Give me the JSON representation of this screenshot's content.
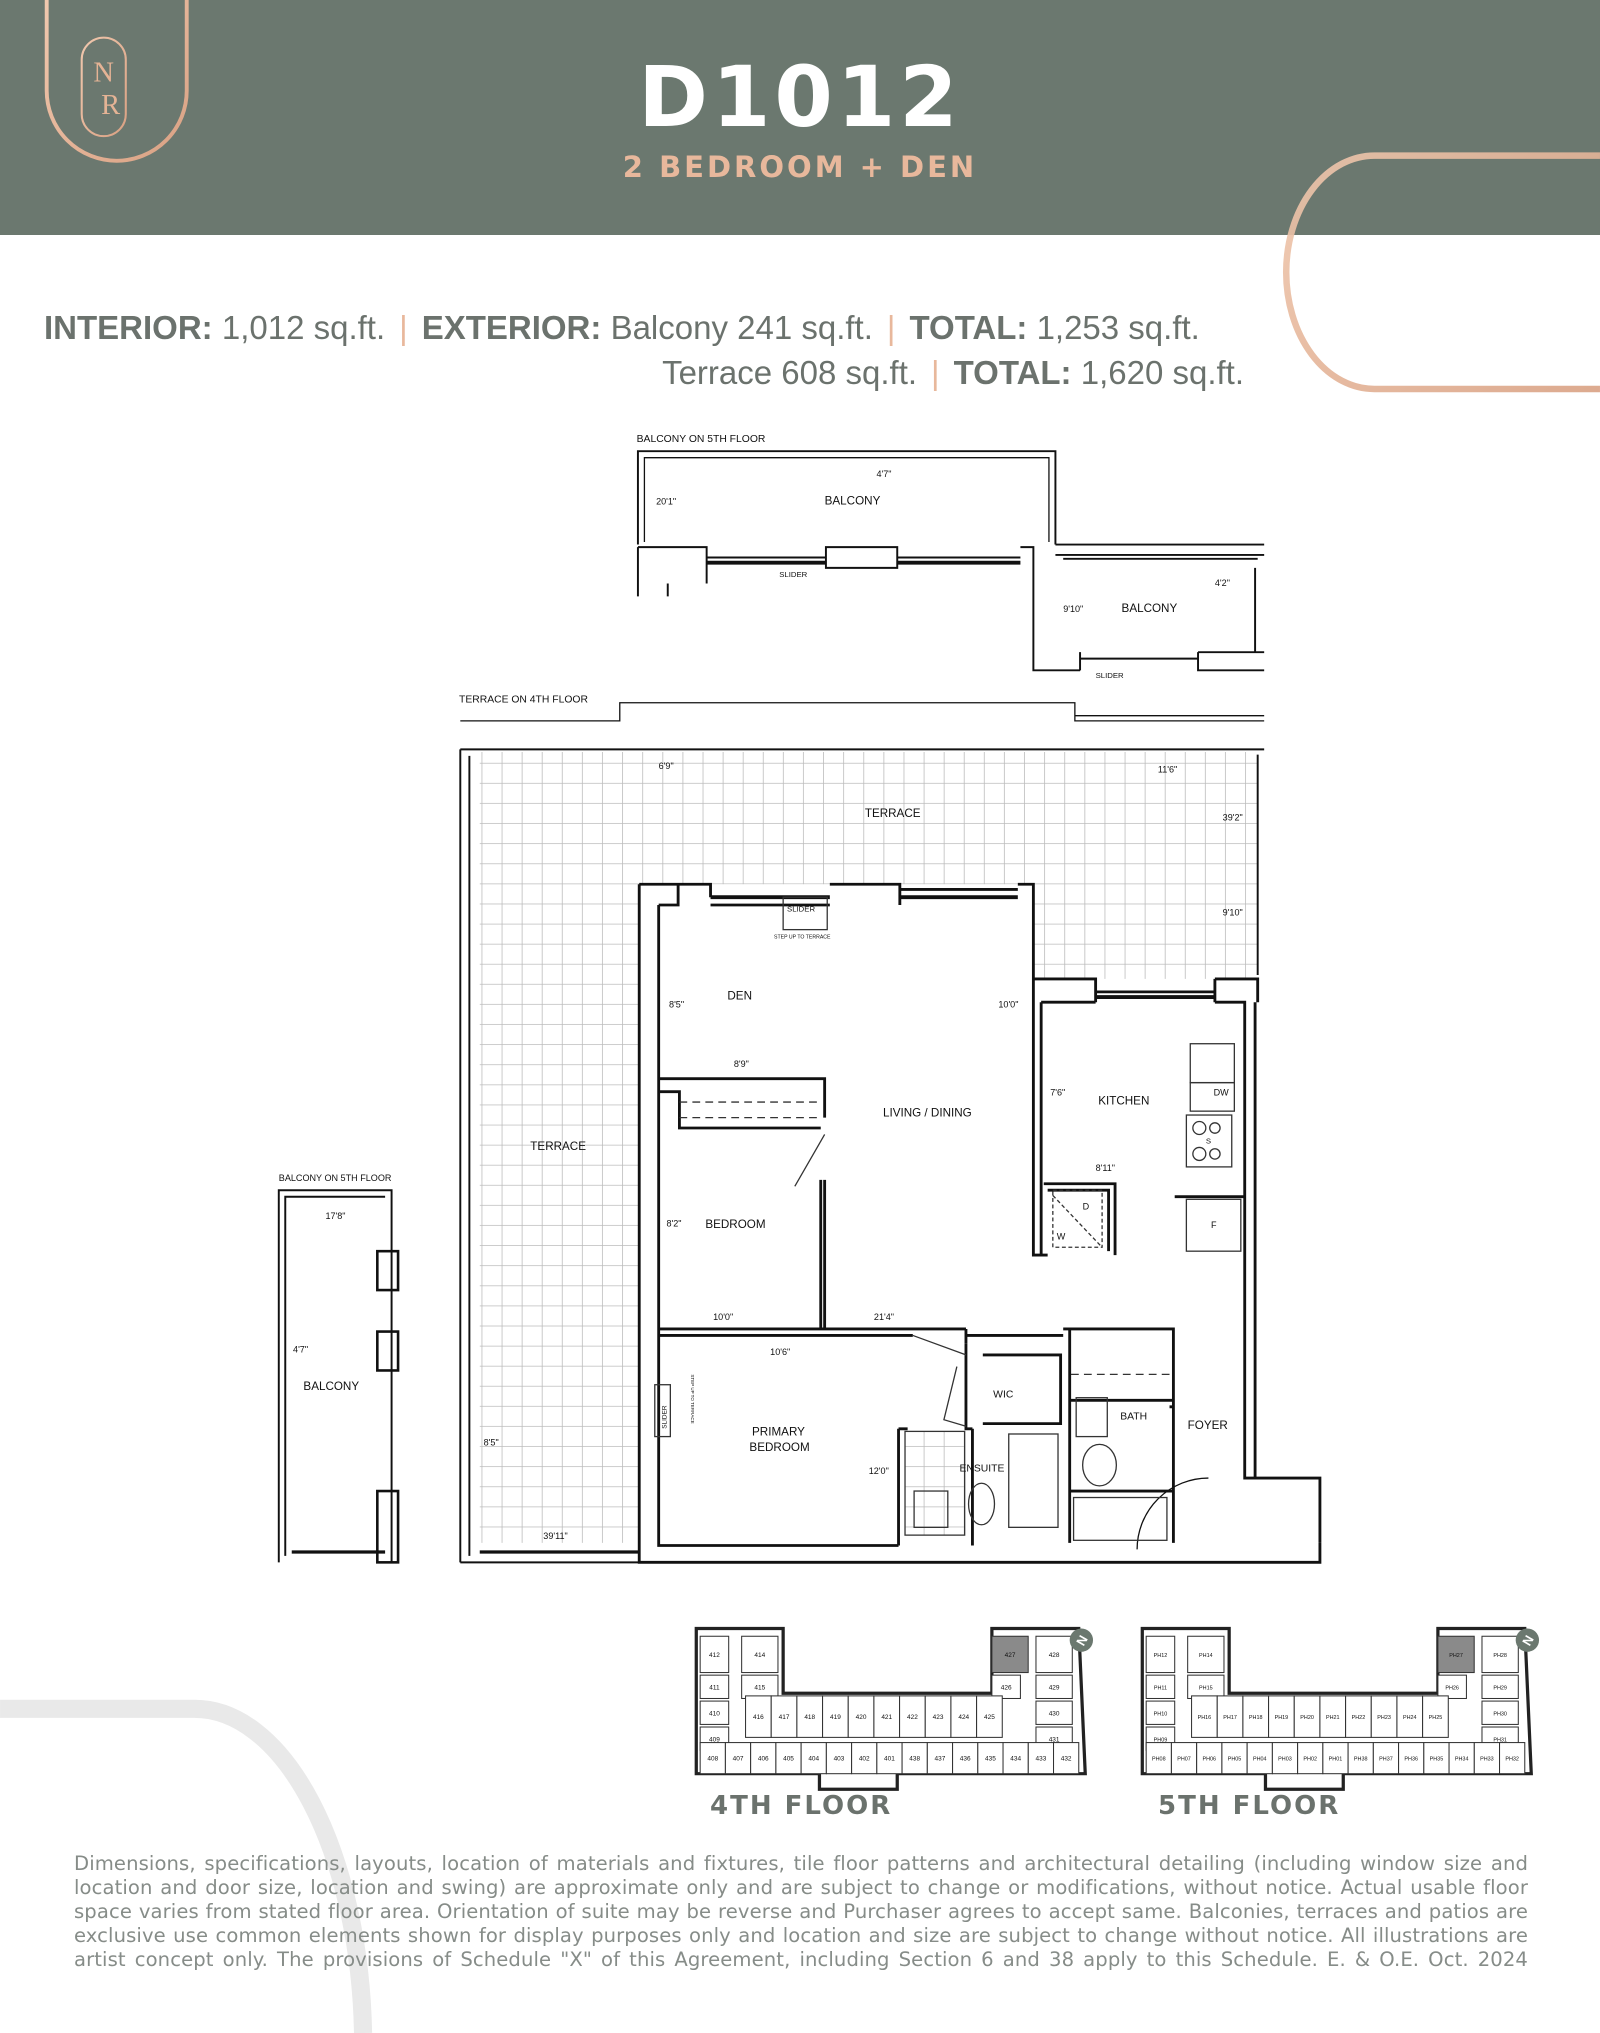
{
  "header": {
    "title": "D1012",
    "subtitle": "2 BEDROOM + DEN",
    "logo_text": "NR"
  },
  "colors": {
    "header_bg": "#6b786f",
    "accent": "#e8b89c",
    "text": "#6b726d"
  },
  "stats": {
    "interior_label": "INTERIOR:",
    "interior_value": "1,012 sq.ft.",
    "exterior_label": "EXTERIOR:",
    "balcony_value": "Balcony 241 sq.ft.",
    "total_label": "TOTAL:",
    "total_balcony": "1,253 sq.ft.",
    "terrace_value": "Terrace 608 sq.ft.",
    "total_terrace": "1,620 sq.ft.",
    "separator": "|"
  },
  "plan": {
    "balcony_5th_top_caption": "BALCONY ON 5TH FLOOR",
    "bal1_depth": "4'7\"",
    "bal1_width": "20'1\"",
    "bal1_label": "BALCONY",
    "bal1_slider": "SLIDER",
    "bal2_depth": "4'2\"",
    "bal2_width": "9'10\"",
    "bal2_label": "BALCONY",
    "bal2_slider": "SLIDER",
    "terrace_caption": "TERRACE ON 4TH FLOOR",
    "ter_dim1": "6'9\"",
    "ter_dim2": "11'6\"",
    "ter_label_top": "TERRACE",
    "ter_dim3": "39'2\"",
    "ter_dim4": "9'10\"",
    "den_slider": "SLIDER",
    "step_up": "STEP UP TO TERRACE",
    "den": "DEN",
    "den_dim": "8'5\"",
    "living_dim": "10'0\"",
    "closet_dim": "8'9\"",
    "kitchen_dim": "7'6\"",
    "kitchen": "KITCHEN",
    "living": "LIVING / DINING",
    "dw": "DW",
    "stove": "S",
    "fridge": "F",
    "dryer": "D",
    "washer": "W",
    "laundry_dim": "8'11\"",
    "ter_label_left": "TERRACE",
    "balcony_5th_left_caption": "BALCONY ON 5TH FLOOR",
    "bal3_dim1": "17'8\"",
    "bal3_dim2": "4'7\"",
    "bal3_label": "BALCONY",
    "bedroom_dim": "8'2\"",
    "bedroom": "BEDROOM",
    "bed_dim2": "10'0\"",
    "living_dim2": "21'4\"",
    "primary_dim": "10'6\"",
    "wic": "WIC",
    "bath": "BATH",
    "foyer": "FOYER",
    "primary_slider": "SLIDER",
    "primary_step": "STEP UP TO TERRACE",
    "primary_1": "PRIMARY",
    "primary_2": "BEDROOM",
    "ter_dim5": "8'5\"",
    "primary_dim2": "12'0\"",
    "ensuite": "ENSUITE",
    "ter_dim6": "39'11\""
  },
  "keyplans": [
    {
      "label": "4TH FLOOR",
      "north": "N",
      "top": [
        "412",
        "414",
        "427",
        "428"
      ],
      "upper": [
        "411",
        "415",
        "426",
        "429"
      ],
      "mid_left": [
        "410",
        "409"
      ],
      "middle": [
        "416",
        "417",
        "418",
        "419",
        "420",
        "421",
        "422",
        "423",
        "424",
        "425"
      ],
      "mid_right": [
        "430",
        "431"
      ],
      "bottom": [
        "408",
        "407",
        "406",
        "405",
        "404",
        "403",
        "402",
        "401",
        "438",
        "437",
        "436",
        "435",
        "434",
        "433",
        "432"
      ],
      "highlight": "427"
    },
    {
      "label": "5TH FLOOR",
      "north": "N",
      "top": [
        "PH12",
        "PH14",
        "PH27",
        "PH28"
      ],
      "upper": [
        "PH11",
        "PH15",
        "PH26",
        "PH29"
      ],
      "mid_left": [
        "PH10",
        "PH09"
      ],
      "middle": [
        "PH16",
        "PH17",
        "PH18",
        "PH19",
        "PH20",
        "PH21",
        "PH22",
        "PH23",
        "PH24",
        "PH25"
      ],
      "mid_right": [
        "PH30",
        "PH31"
      ],
      "bottom": [
        "PH08",
        "PH07",
        "PH06",
        "PH05",
        "PH04",
        "PH03",
        "PH02",
        "PH01",
        "PH38",
        "PH37",
        "PH36",
        "PH35",
        "PH34",
        "PH33",
        "PH32"
      ],
      "highlight": "PH27"
    }
  ],
  "disclaimer": "Dimensions, specifications, layouts, location of materials and fixtures, tile floor patterns and architectural detailing (including window size and location and door size, location and swing) are approximate only and are subject to change or modifications, without notice. Actual usable floor space varies from stated floor area. Orientation of suite may be reverse and Purchaser agrees to accept same. Balconies, terraces and patios are exclusive use common elements shown for display purposes only and location and size are subject to change without notice. All illustrations are artist concept only. The provisions of Schedule \"X\" of this Agreement, including Section 6 and 38 apply to this Schedule. E. & O.E. Oct. 2024"
}
